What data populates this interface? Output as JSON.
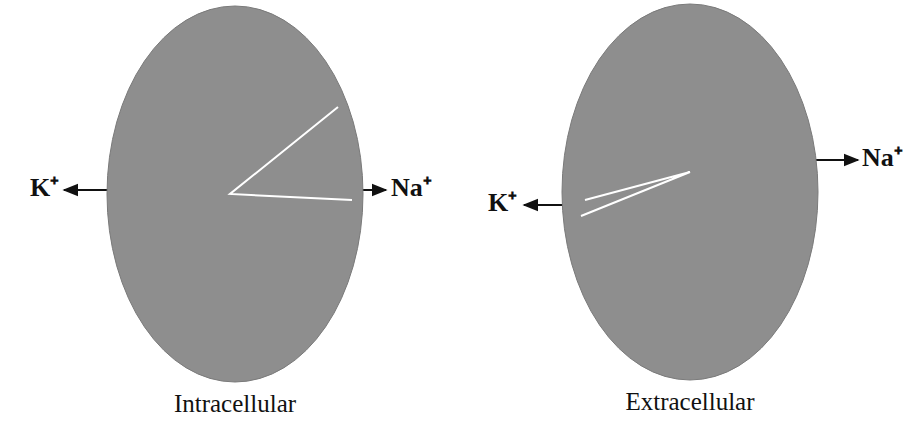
{
  "diagram": {
    "nodes": [
      {
        "text": [
          "Intracellular"
        ]
      },
      {
        "text": [
          "Extracellular"
        ]
      }
    ],
    "labels": [
      "K⁺",
      "Na⁺",
      "K⁺",
      "Na⁺"
    ]
  }
}
